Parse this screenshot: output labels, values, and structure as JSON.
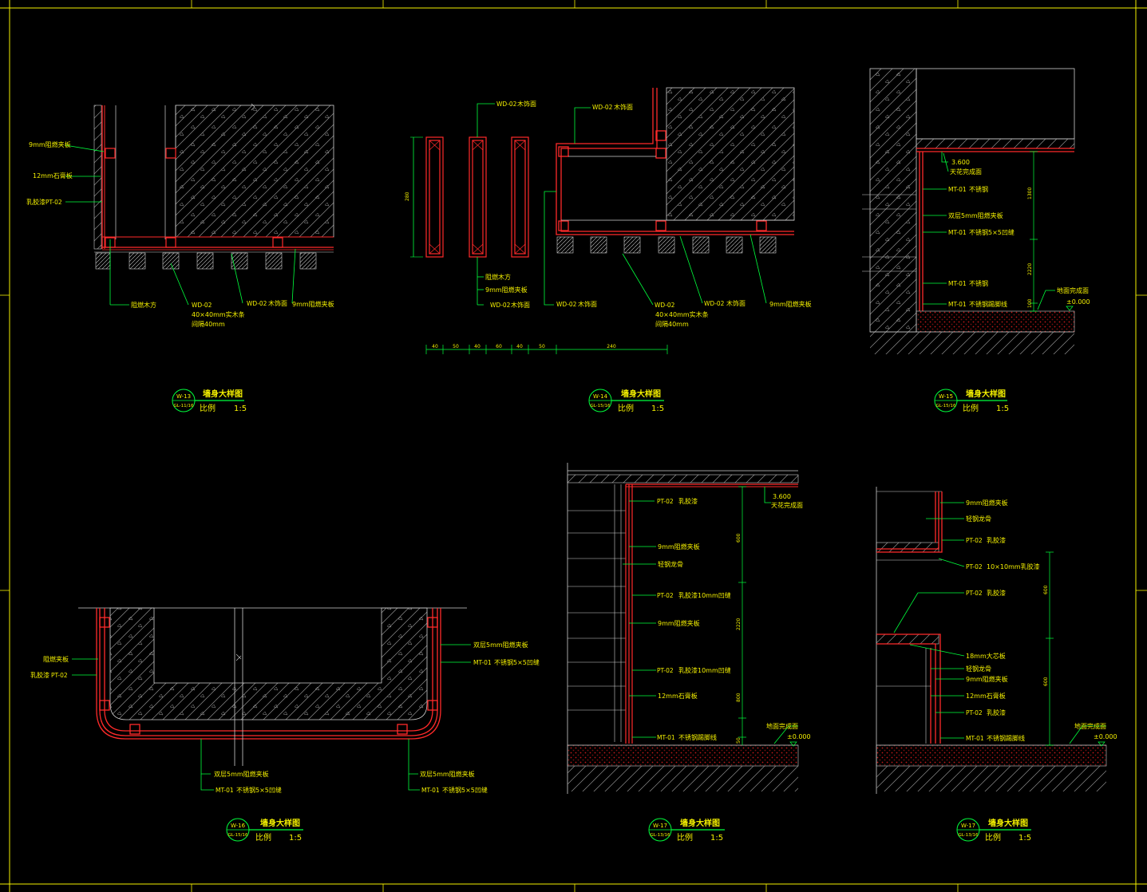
{
  "theme": {
    "background": "#000000",
    "frame": "#f4f000",
    "leader": "#00ff3c",
    "section": "#ff2a2a",
    "hatch": "#9a9a9a"
  },
  "details": [
    {
      "id": "W-13",
      "ref": "GL-11/16",
      "title": "墙身大样图",
      "scale_label": "比例",
      "scale": "1:5",
      "labels": [
        "9mm阻燃夹板",
        "12mm石膏板",
        "乳胶漆",
        "PT-02",
        "阻燃木方",
        "WD-02",
        "40×40mm实木条",
        "间隔40mm",
        "WD-02",
        "木饰面",
        "9mm阻燃夹板"
      ]
    },
    {
      "id": "W-14",
      "ref": "GL-15/16",
      "title": "墙身大样图",
      "scale_label": "比例",
      "scale": "1:5",
      "labels": [
        "WD-02",
        "木饰面",
        "阻燃木方",
        "9mm阻燃夹板",
        "WD-02",
        "木饰面",
        "WD-02",
        "木饰面",
        "WD-02",
        "木饰面",
        "WD-02",
        "40×40mm实木条",
        "间隔40mm",
        "WD-02",
        "木饰面",
        "9mm阻燃夹板"
      ],
      "dimensions": [
        "40",
        "50",
        "40",
        "60",
        "40",
        "50",
        "240"
      ],
      "height_dim": "280"
    },
    {
      "id": "W-15",
      "ref": "GL-15/16",
      "title": "墙身大样图",
      "scale_label": "比例",
      "scale": "1:5",
      "labels": [
        "3.600",
        "天花完成面",
        "MT-01",
        "不锈钢",
        "双层5mm阻燃夹板",
        "MT-01",
        "不锈钢5×5凹缝",
        "MT-01",
        "不锈钢",
        "MT-01",
        "不锈钢踢脚线",
        "地面完成面",
        "±0.000"
      ],
      "dims": [
        "1300",
        "2220",
        "100"
      ]
    },
    {
      "id": "W-16",
      "ref": "GL-15/16",
      "title": "墙身大样图",
      "scale_label": "比例",
      "scale": "1:5",
      "labels": [
        "阻燃夹板",
        "乳胶漆",
        "PT-02",
        "双层5mm阻燃夹板",
        "MT-01",
        "不锈钢5×5凹缝",
        "双层5mm阻燃夹板",
        "MT-01",
        "不锈钢5×5凹缝",
        "双层5mm阻燃夹板",
        "MT-01",
        "不锈钢5×5凹缝"
      ]
    },
    {
      "id": "W-17",
      "ref": "GL-13/16",
      "title": "墙身大样图",
      "scale_label": "比例",
      "scale": "1:5",
      "labels": [
        "3.600",
        "天花完成面",
        "PT-02",
        "乳胶漆",
        "9mm阻燃夹板",
        "轻钢龙骨",
        "PT-02",
        "乳胶漆10mm凹缝",
        "9mm阻燃夹板",
        "PT-02",
        "乳胶漆10mm凹缝",
        "12mm石膏板",
        "MT-01",
        "不锈钢踢脚线",
        "地面完成面",
        "±0.000"
      ],
      "dims": [
        "600",
        "2220",
        "800",
        "50"
      ]
    },
    {
      "id": "W-17",
      "ref": "GL-13/16",
      "title": "墙身大样图",
      "scale_label": "比例",
      "scale": "1:5",
      "labels": [
        "9mm阻燃夹板",
        "轻钢龙骨",
        "PT-02",
        "乳胶漆",
        "PT-02",
        "10×10mm乳胶漆",
        "PT-02",
        "乳胶漆",
        "18mm大芯板",
        "轻钢龙骨",
        "9mm阻燃夹板",
        "12mm石膏板",
        "PT-02",
        "乳胶漆",
        "MT-01",
        "不锈钢踢脚线",
        "地面完成面",
        "±0.000"
      ],
      "dims": [
        "600",
        "600"
      ]
    }
  ]
}
